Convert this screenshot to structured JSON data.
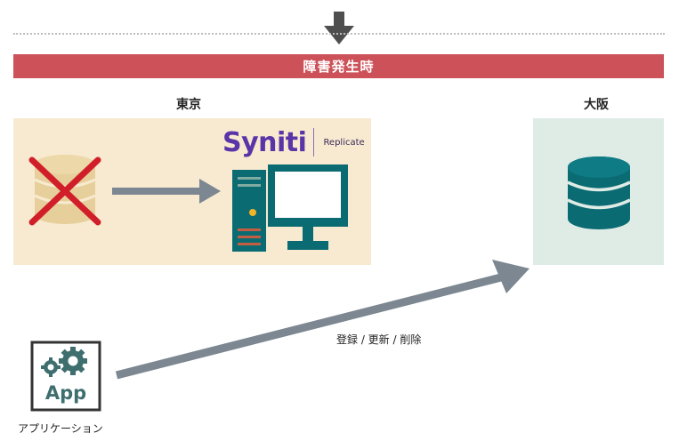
{
  "banner": {
    "label": "障害発生時"
  },
  "regions": {
    "tokyo": "東京",
    "osaka": "大阪"
  },
  "replicate_tool": {
    "brand": "Syniti",
    "product": "Replicate"
  },
  "operations_label": "登録 / 更新 / 削除",
  "app": {
    "icon_text": "App",
    "caption": "アプリケーション"
  },
  "colors": {
    "banner": "#cc5159",
    "tokyo_panel": "#f8ead0",
    "osaka_panel": "#dfece6",
    "teal": "#0b6b73",
    "arrow_gray": "#7c8791",
    "failure_x": "#d11f2a",
    "brand_purple": "#5b34a8"
  },
  "icons": {
    "top_arrow": "arrow-down-icon",
    "tokyo_db": "database-icon",
    "failure_mark": "cross-icon",
    "replication_server": "computer-icon",
    "osaka_db": "database-icon",
    "app": "app-gear-icon"
  }
}
